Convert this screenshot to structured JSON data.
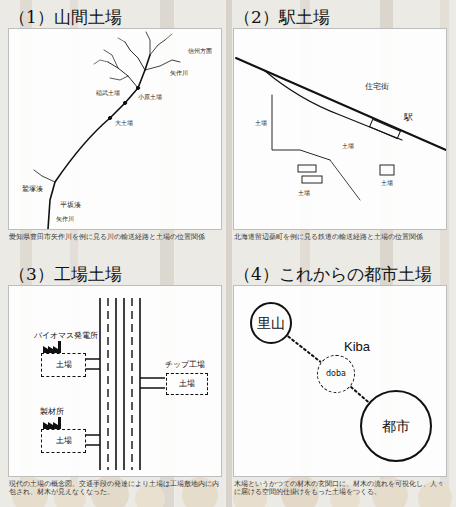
{
  "diagram": {
    "nodes": [
      {
        "text": [
          "（1）山間土場",
          "愛知県豊田市矢作川を例に見る川の輸送経路と土場の位置関係"
        ]
      },
      {
        "text": [
          "（2）駅土場",
          "北海道留辺蘂町を例に見る鉄道の輸送経路と土場の位置関係"
        ]
      },
      {
        "text": [
          "（3）工場土場",
          "現代の土場の概念図。交通手段の発達により土場は工場敷地内に内包され、材木が見えなくなった。"
        ]
      },
      {
        "text": [
          "バイオマス発電所",
          "土場"
        ],
        "in": 2
      },
      {
        "text": [
          "製材所",
          "土場"
        ],
        "in": 2
      },
      {
        "text": [
          "チップ工場",
          "土場"
        ],
        "in": 2
      },
      {
        "text": [
          "（4）これからの都市土場",
          "木場というかつての材木の玄関口に、材木の流れを可視化し、人々に届ける空間的仕掛けをもった土場をつくる。"
        ]
      },
      {
        "text": [
          "里山"
        ],
        "in": 6
      },
      {
        "text": [
          "Kiba",
          "doba"
        ],
        "in": 6
      },
      {
        "text": [
          "都市"
        ],
        "in": 6
      }
    ],
    "edges": [
      {
        "from": 7,
        "to": 8,
        "arrow": "none"
      },
      {
        "from": 8,
        "to": 9,
        "arrow": "none"
      }
    ],
    "labels": [
      "信州方面",
      "矢作川",
      "稲武土場",
      "小原土場",
      "大土場",
      "鷲塚湊",
      "平坂湊",
      "矢作川",
      "住宅街",
      "駅",
      "土場",
      "土場",
      "土場",
      "土場"
    ]
  }
}
